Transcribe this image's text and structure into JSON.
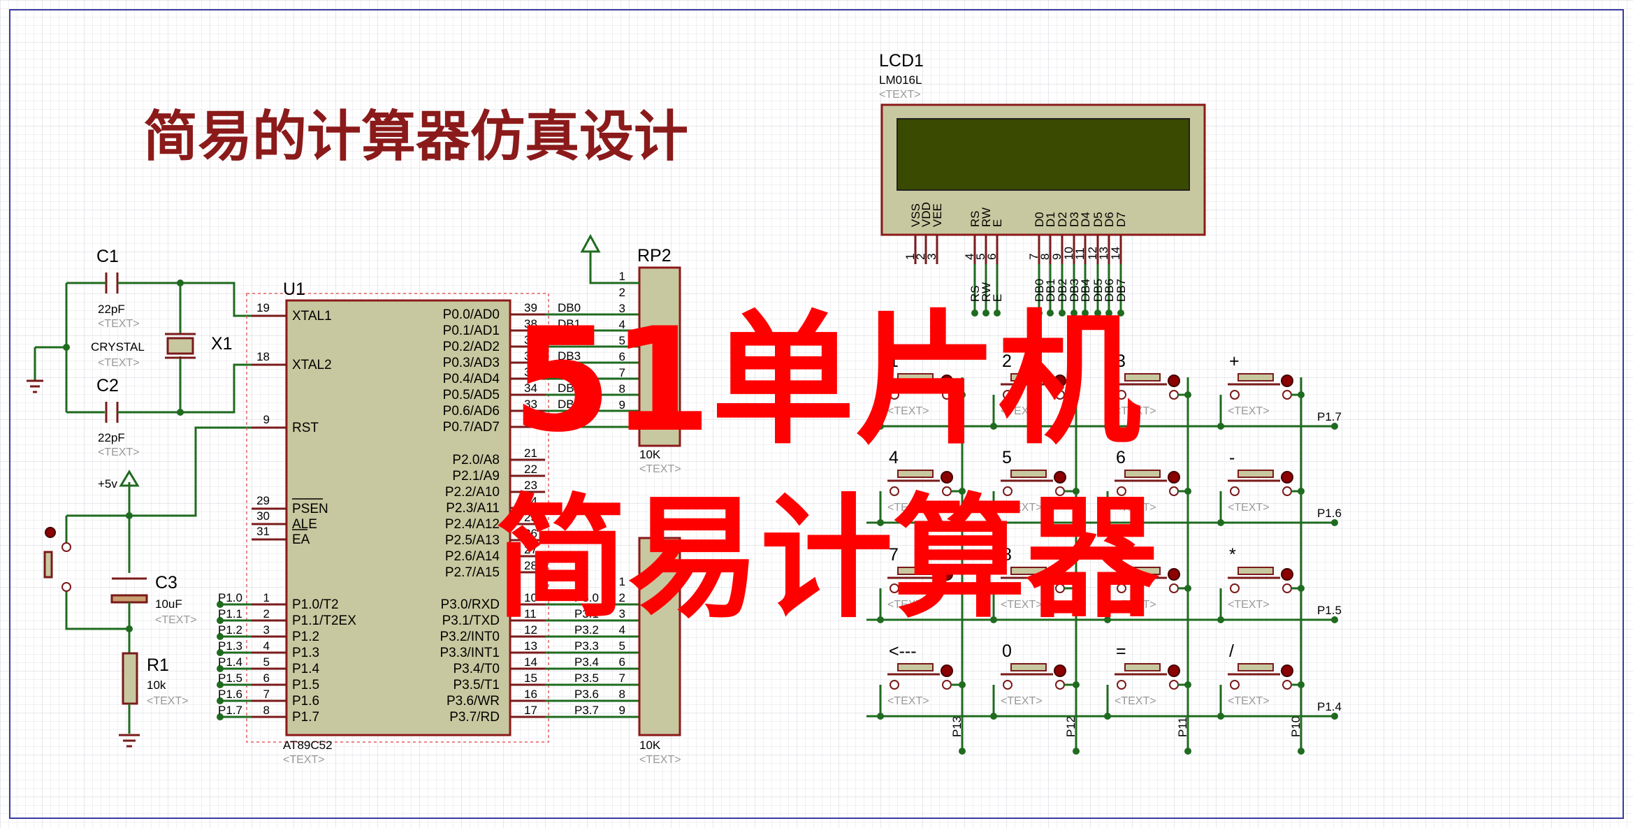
{
  "title": "简易的计算器仿真设计",
  "overlay": {
    "line1": "51单片机",
    "line2": "简易计算器"
  },
  "text_placeholder": "<TEXT>",
  "lcd": {
    "ref": "LCD1",
    "part": "LM016L",
    "pins": [
      "VSS",
      "VDD",
      "VEE",
      "RS",
      "RW",
      "E",
      "D0",
      "D1",
      "D2",
      "D3",
      "D4",
      "D5",
      "D6",
      "D7"
    ],
    "pin_nums": [
      "1",
      "2",
      "3",
      "4",
      "5",
      "6",
      "7",
      "8",
      "9",
      "10",
      "11",
      "12",
      "13",
      "14"
    ],
    "nets": [
      "E",
      "RW",
      "RS",
      "DB0",
      "DB1",
      "DB2",
      "DB3",
      "DB4",
      "DB5",
      "DB6",
      "DB7"
    ]
  },
  "c1": {
    "ref": "C1",
    "value": "22pF"
  },
  "c2": {
    "ref": "C2",
    "value": "22pF"
  },
  "x1": {
    "ref": "X1",
    "value": "CRYSTAL"
  },
  "c3": {
    "ref": "C3",
    "value": "10uF"
  },
  "r1": {
    "ref": "R1",
    "value": "10k"
  },
  "supply": "+5v",
  "u1": {
    "ref": "U1",
    "part": "AT89C52",
    "left_pins": [
      {
        "num": "19",
        "name": "XTAL1"
      },
      {
        "num": "18",
        "name": "XTAL2"
      },
      {
        "num": "9",
        "name": "RST"
      },
      {
        "num": "29",
        "name": "PSEN"
      },
      {
        "num": "30",
        "name": "ALE"
      },
      {
        "num": "31",
        "name": "EA"
      }
    ],
    "p1_pins": [
      {
        "num": "1",
        "name": "P1.0/T2",
        "net": "P1.0"
      },
      {
        "num": "2",
        "name": "P1.1/T2EX",
        "net": "P1.1"
      },
      {
        "num": "3",
        "name": "P1.2",
        "net": "P1.2"
      },
      {
        "num": "4",
        "name": "P1.3",
        "net": "P1.3"
      },
      {
        "num": "5",
        "name": "P1.4",
        "net": "P1.4"
      },
      {
        "num": "6",
        "name": "P1.5",
        "net": "P1.5"
      },
      {
        "num": "7",
        "name": "P1.6",
        "net": "P1.6"
      },
      {
        "num": "8",
        "name": "P1.7",
        "net": "P1.7"
      }
    ],
    "p0_pins": [
      {
        "num": "39",
        "name": "P0.0/AD0",
        "net": "DB0"
      },
      {
        "num": "38",
        "name": "P0.1/AD1",
        "net": "DB1"
      },
      {
        "num": "37",
        "name": "P0.2/AD2",
        "net": "DB2"
      },
      {
        "num": "36",
        "name": "P0.3/AD3",
        "net": "DB3"
      },
      {
        "num": "35",
        "name": "P0.4/AD4",
        "net": "DB4"
      },
      {
        "num": "34",
        "name": "P0.5/AD5",
        "net": "DB5"
      },
      {
        "num": "33",
        "name": "P0.6/AD6",
        "net": "DB6"
      },
      {
        "num": "32",
        "name": "P0.7/AD7",
        "net": "DB7"
      }
    ],
    "p2_pins": [
      {
        "num": "21",
        "name": "P2.0/A8"
      },
      {
        "num": "22",
        "name": "P2.1/A9"
      },
      {
        "num": "23",
        "name": "P2.2/A10"
      },
      {
        "num": "24",
        "name": "P2.3/A11"
      },
      {
        "num": "25",
        "name": "P2.4/A12"
      },
      {
        "num": "26",
        "name": "P2.5/A13"
      },
      {
        "num": "27",
        "name": "P2.6/A14"
      },
      {
        "num": "28",
        "name": "P2.7/A15"
      }
    ],
    "p3_pins": [
      {
        "num": "10",
        "name": "P3.0/RXD",
        "net": "P3.0"
      },
      {
        "num": "11",
        "name": "P3.1/TXD",
        "net": "P3.1"
      },
      {
        "num": "12",
        "name": "P3.2/INT0",
        "net": "P3.2"
      },
      {
        "num": "13",
        "name": "P3.3/INT1",
        "net": "P3.3"
      },
      {
        "num": "14",
        "name": "P3.4/T0",
        "net": "P3.4"
      },
      {
        "num": "15",
        "name": "P3.5/T1",
        "net": "P3.5"
      },
      {
        "num": "16",
        "name": "P3.6/WR",
        "net": "P3.6"
      },
      {
        "num": "17",
        "name": "P3.7/RD",
        "net": "P3.7"
      }
    ]
  },
  "rp2": {
    "ref": "RP2",
    "value": "10K",
    "pins": [
      "1",
      "2",
      "3",
      "4",
      "5",
      "6",
      "7",
      "8",
      "9"
    ]
  },
  "rp1": {
    "value": "10K",
    "pins": [
      "1",
      "2",
      "3",
      "4",
      "5",
      "6",
      "7",
      "8",
      "9"
    ]
  },
  "keypad": {
    "keys": [
      [
        "1",
        "2",
        "3",
        "+"
      ],
      [
        "4",
        "5",
        "6",
        "-"
      ],
      [
        "7",
        "8",
        "9",
        "*"
      ],
      [
        "<---",
        "0",
        "=",
        "/"
      ]
    ],
    "row_nets": [
      "P1.7",
      "P1.6",
      "P1.5",
      "P1.4"
    ],
    "col_nets": [
      "P13",
      "P12",
      "P11",
      "P10"
    ]
  },
  "colors": {
    "wire": "#1f6b1f",
    "component": "#8b1a1a",
    "chip_body": "#c8c8a0",
    "lcd_screen": "#3a4a00",
    "overlay": "#ff0000",
    "title": "#8b1a1a"
  }
}
